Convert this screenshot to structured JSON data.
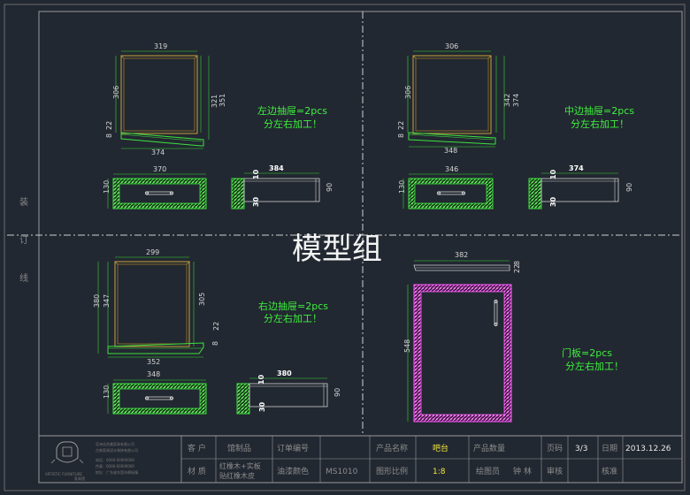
{
  "watermark": "模型组",
  "binding_margin": [
    "装",
    "订",
    "线"
  ],
  "panels": {
    "top_left": {
      "frame": {
        "width": "319",
        "height_left": "306",
        "height_right": "351",
        "height_inner": "321",
        "base_width": "374",
        "base_h1": "8",
        "base_h2": "22"
      },
      "drawer": {
        "front_width": "370",
        "front_height": "130",
        "depth": "384",
        "side_a": "10",
        "side_b": "30",
        "side_c": "90"
      },
      "note": [
        "左边抽屉=2pcs",
        "分左右加工！"
      ]
    },
    "top_right": {
      "frame": {
        "width": "306",
        "height_left": "306",
        "height_right": "374",
        "height_inner": "342",
        "base_width": "348",
        "base_h1": "8",
        "base_h2": "22"
      },
      "drawer": {
        "front_width": "346",
        "front_height": "130",
        "depth": "374",
        "side_a": "10",
        "side_b": "30",
        "side_c": "90"
      },
      "note": [
        "中边抽屉=2pcs",
        "分左右加工！"
      ]
    },
    "bottom_left": {
      "frame": {
        "width": "299",
        "height_left": "380",
        "height_inner": "347",
        "height_right": "305",
        "base_width": "352",
        "base_h1": "22",
        "base_h2": "8"
      },
      "drawer": {
        "front_width": "348",
        "front_height": "130",
        "depth": "380",
        "side_a": "10",
        "side_b": "30",
        "side_c": "90"
      },
      "note": [
        "右边抽屉=2pcs",
        "分左右加工！"
      ]
    },
    "bottom_right": {
      "door": {
        "width": "382",
        "height": "548",
        "top_h1": "8",
        "top_h2": "22"
      },
      "note": [
        "门板=2pcs",
        "分左右加工！"
      ]
    }
  },
  "title_block": {
    "company": [
      "亚洲佳合美家具有限公司",
      "古典家具设计装饰有限公司"
    ],
    "company_sub": [
      "电话：0000-00000000",
      "传真：0000-00000000",
      "地址：广东省东莞市厚街镇"
    ],
    "logo_text": [
      "ARTISTIC FURNITURE",
      "家具馆"
    ],
    "rows": [
      {
        "l1": "客 户",
        "v1": "馆制品",
        "l2": "订单编号",
        "v2": "",
        "l3": "产品名称",
        "v3": "吧台",
        "l4": "产品数量",
        "v4": "",
        "l5": "页码",
        "v5": "3/3",
        "l6": "日期",
        "v6": "2013.12.26"
      },
      {
        "l1": "材 质",
        "v1": [
          "红橡木+实板",
          "贴红橡木皮"
        ],
        "l2": "油漆颜色",
        "v2": "MS1010",
        "l3": "图形比例",
        "v3": "1:8",
        "l4": "绘图员",
        "v4": "钟 林",
        "l5": "审核",
        "v5": "",
        "l6": "核准",
        "v6": ""
      }
    ]
  },
  "colors": {
    "background": "#222831",
    "border": "#9a9a9a",
    "part": "#c8a13a",
    "drawer": "#3ee03e",
    "door": "#ff5cff",
    "dimension": "#32d632"
  }
}
